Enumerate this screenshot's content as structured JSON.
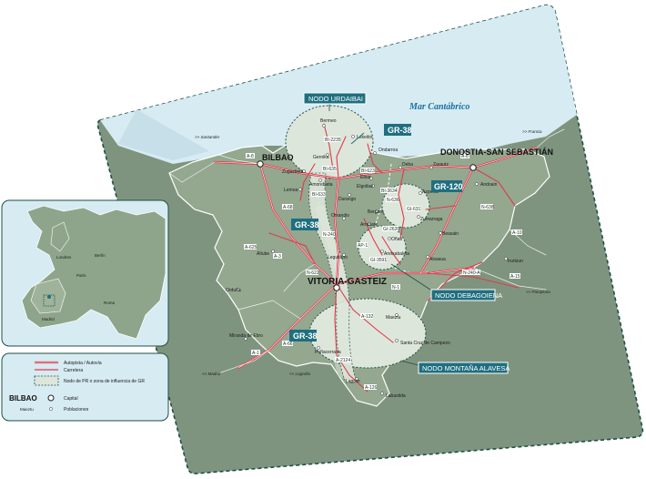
{
  "sea": {
    "label": "Mar Cantábrico"
  },
  "capitals": {
    "bilbao": "BILBAO",
    "donostia": "DONOSTIA-SAN SEBASTIÁN",
    "vitoria": "VITORIA-GASTEIZ"
  },
  "gr_routes": {
    "gr38_north": "GR-38",
    "gr38_mid": "GR-38",
    "gr38_south": "GR-38",
    "gr120": "GR-120"
  },
  "nodes": {
    "urdaibai": "NODO URDAIBAI",
    "debagoiena": "NODO DEBAGOIENA",
    "montana_alavesa": "NODO MONTAÑA ALAVESA"
  },
  "destinations": {
    "santander": ">> Santander",
    "francia": ">> Francia",
    "pamplona": ">> Pamplona",
    "madrid": "<< Madrid",
    "logrono": "<< Logroño"
  },
  "road_refs": {
    "a8_w": "A-8",
    "a8_e": "A-8",
    "bi635": "BI-635",
    "bi2235": "BI-2235",
    "bi2238": "BI-2238",
    "bi633": "BI-633",
    "bi3634": "BI-3634",
    "bi623": "BI-623",
    "n636": "N-636",
    "n240": "N-240",
    "n622": "N-622",
    "gi631": "GI-631",
    "gi2620": "GI-2620",
    "gi3591": "GI-3591",
    "ap1": "AP-1",
    "a68": "A-68",
    "a1": "A-1",
    "a132": "A-132",
    "a2124": "A-2124",
    "a126": "A-126",
    "n1": "N-1",
    "a15": "A-15",
    "n240a": "N-240-A",
    "a10": "A-10",
    "n638": "N-638",
    "a625": "A-625",
    "a3": "A-3",
    "a66": "A-66"
  },
  "towns": [
    "Bermeo",
    "Gernika",
    "Lekeitio",
    "Ondarroa",
    "Deba",
    "Zarautz",
    "Andoain",
    "Zugastieta",
    "Amorebieta",
    "Lemoa",
    "Durango",
    "Eibar",
    "Elgoibar",
    "Azpeitia",
    "Zumarraga",
    "Bergara",
    "Oñati",
    "Arrasate",
    "Aretxabaleta",
    "Otxandio",
    "Legutiano",
    "Alsasua",
    "Altube",
    "Beasain",
    "Irurtzun",
    "Maeztu",
    "Santa Cruz de Campezo",
    "Peñacerrada",
    "Lagrán",
    "Miranda de Ebro",
    "Orduña",
    "Labastida"
  ],
  "europe_labels": [
    "Londres",
    "Berlín",
    "París",
    "Roma",
    "Madrid"
  ],
  "legend": {
    "highway": "Autopista / Autovía",
    "road": "Carretera",
    "node_zone": "Nodo de PR o zona de influencia de GR",
    "capital_word": "BILBAO",
    "capital": "Capital",
    "town_word": "Maeztu",
    "towns": "Poblaciones"
  },
  "colors": {
    "sea": "#d6ebf2",
    "land": "#8fa58b",
    "land_dark": "#6f866f",
    "node_zone": "#dde6da",
    "road": "#e03a4c",
    "gr_box": "#1f6f80"
  }
}
